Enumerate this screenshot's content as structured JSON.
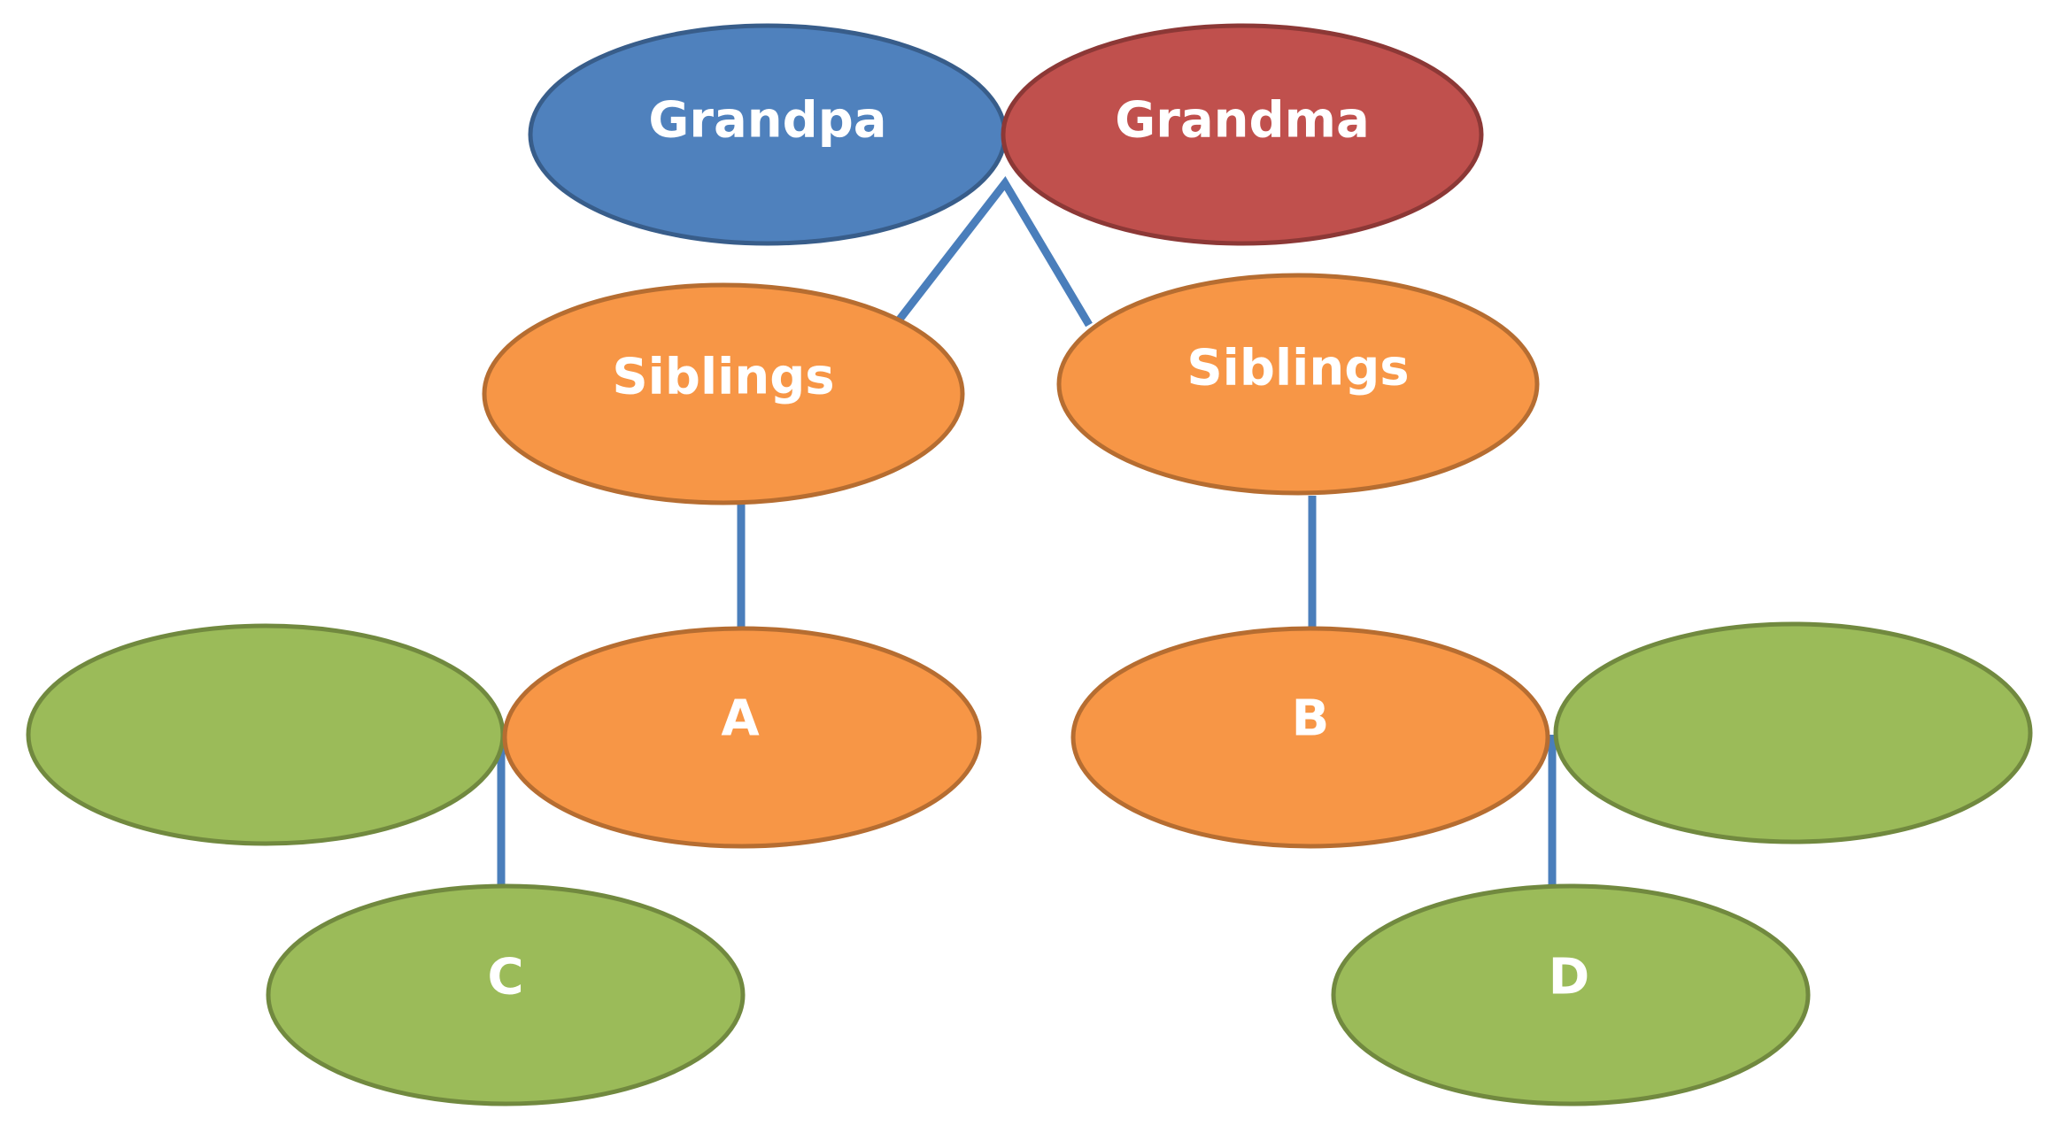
{
  "colors": {
    "connector": "#4a7ebb",
    "grandpa_fill": "#4f81bd",
    "grandpa_stroke": "#385d8a",
    "grandma_fill": "#c0504d",
    "grandma_stroke": "#8c3836",
    "orange_fill": "#f79646",
    "orange_stroke": "#b66d31",
    "green_fill": "#9bbb59",
    "green_stroke": "#71893f",
    "label": "#ffffff"
  },
  "nodes": {
    "grandpa": {
      "label": "Grandpa"
    },
    "grandma": {
      "label": "Grandma"
    },
    "siblings_left": {
      "label": "Siblings"
    },
    "siblings_right": {
      "label": "Siblings"
    },
    "a": {
      "label": "A"
    },
    "b": {
      "label": "B"
    },
    "spouse_a": {
      "label": ""
    },
    "spouse_b": {
      "label": ""
    },
    "c": {
      "label": "C"
    },
    "d": {
      "label": "D"
    }
  }
}
